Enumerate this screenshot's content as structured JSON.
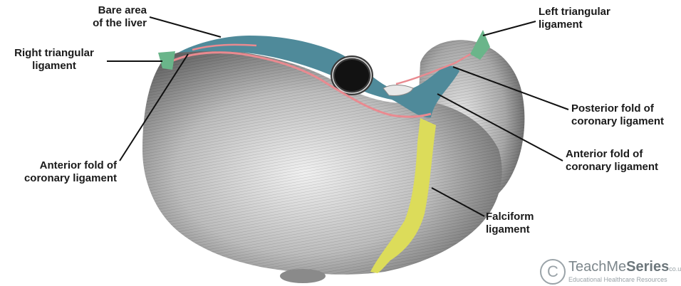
{
  "labels": {
    "bare_area": [
      "Bare area",
      "of the liver"
    ],
    "right_triangular": [
      "Right triangular",
      "ligament"
    ],
    "anterior_fold_left": [
      "Anterior fold of",
      "coronary ligament"
    ],
    "left_triangular": [
      "Left triangular",
      "ligament"
    ],
    "posterior_fold": [
      "Posterior fold of",
      "coronary ligament"
    ],
    "anterior_fold_right": [
      "Anterior fold of",
      "coronary ligament"
    ],
    "falciform": [
      "Falciform",
      "ligament"
    ]
  },
  "brand": {
    "symbol": "C",
    "name_light": "TeachMe",
    "name_bold": "Series",
    "suffix": "co.uk",
    "tagline": "Educational Healthcare Resources"
  },
  "colors": {
    "liver_surface": "#c9c9c9",
    "bare_area": "#4f8a9a",
    "coronary_ligament": "#e98a90",
    "falciform_ligament": "#dcdc5a",
    "triangular_ligament": "#6ab58a",
    "leader_lines": "#111111"
  }
}
